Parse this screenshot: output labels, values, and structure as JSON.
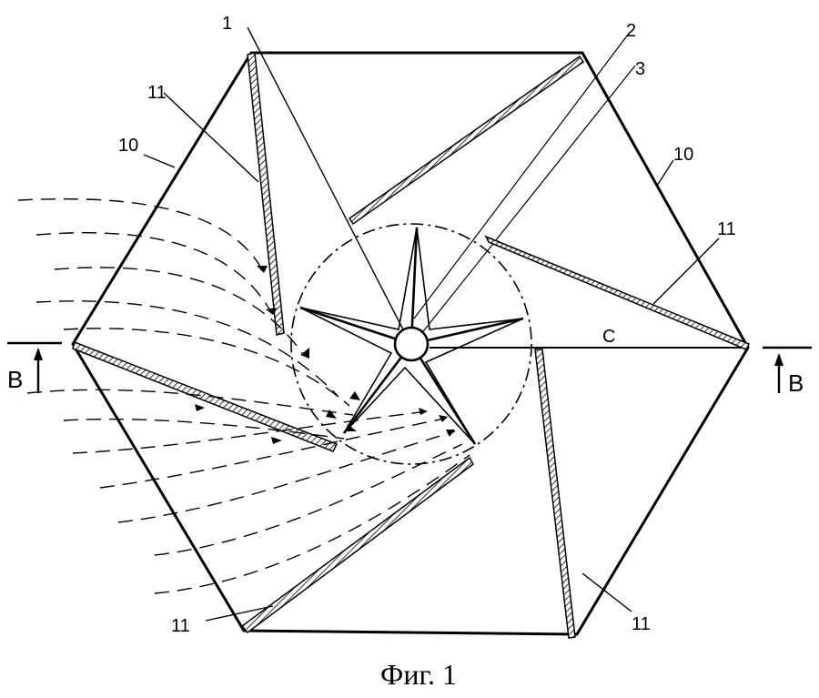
{
  "figure": {
    "caption": "Фиг. 1",
    "labels": {
      "rotor_axis": "1",
      "blade": "2",
      "hub": "3",
      "wall_left": "10",
      "wall_right": "10",
      "baffle_left_top": "11",
      "baffle_right": "11",
      "baffle_bottom_left": "11",
      "baffle_bottom_right": "11",
      "radius": "C"
    },
    "section_marks": {
      "left": "B",
      "right": "B"
    },
    "colors": {
      "ink": "#000000",
      "paper": "#ffffff"
    }
  }
}
